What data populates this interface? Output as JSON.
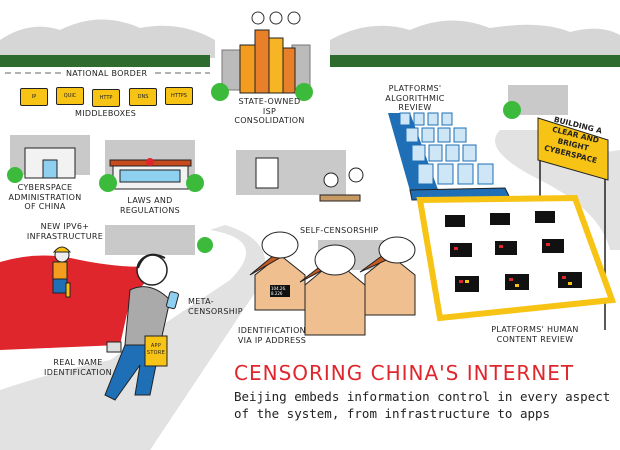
{
  "title": "CENSORING CHINA'S INTERNET",
  "subtitle_lines": [
    "Beijing embeds information control in every aspect",
    "of the system, from infrastructure to apps"
  ],
  "labels": {
    "national_border": "NATIONAL BORDER",
    "middleboxes": "MIDDLEBOXES",
    "isp": [
      "STATE-OWNED ISP",
      "CONSOLIDATION"
    ],
    "algorithmic_review": [
      "PLATFORMS'",
      "ALGORITHMIC REVIEW"
    ],
    "cac": [
      "CYBERSPACE",
      "ADMINISTRATION",
      "OF CHINA"
    ],
    "laws": [
      "LAWS AND",
      "REGULATIONS"
    ],
    "ipv6": [
      "NEW IPV6+",
      "INFRASTRUCTURE"
    ],
    "self_censorship": "SELF-CENSORSHIP",
    "meta_censorship": [
      "META-",
      "CENSORSHIP"
    ],
    "ip_identification": [
      "IDENTIFICATION",
      "VIA IP ADDRESS"
    ],
    "human_review": [
      "PLATFORMS' HUMAN",
      "CONTENT REVIEW"
    ],
    "real_name": [
      "REAL NAME",
      "IDENTIFICATION"
    ],
    "sign": [
      "BUILDING A CLEAR AND",
      "BRIGHT CYBERSPACE"
    ],
    "bag": [
      "APP",
      "STORE"
    ],
    "ip_address": "104.26. 8.226"
  },
  "protocols": [
    "IP",
    "QUIC",
    "HTTP",
    "DNS",
    "HTTPS"
  ],
  "colors": {
    "red": "#e0262d",
    "yellow": "#f7c315",
    "green": "#2e6b2f",
    "blue": "#1e6fb5",
    "gray": "#bdbdbd"
  }
}
